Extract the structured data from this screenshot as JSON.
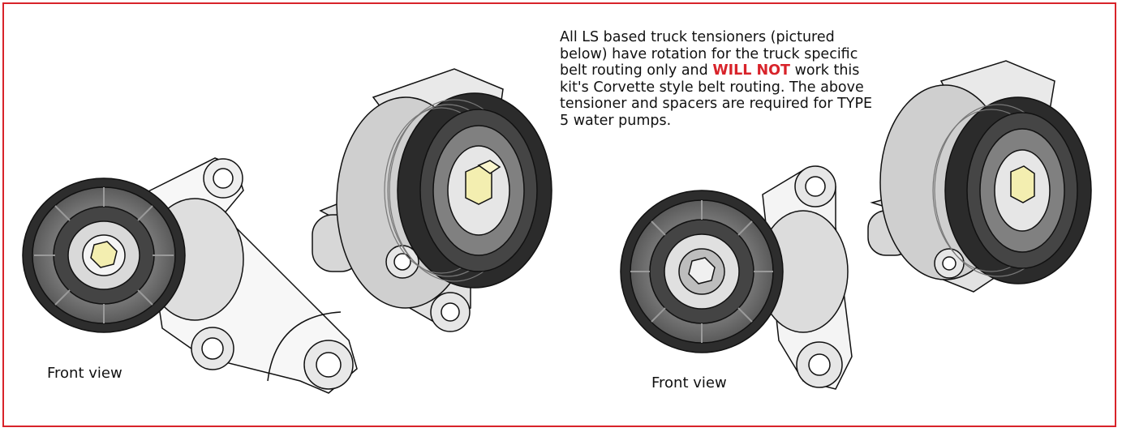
{
  "notice": {
    "text_before": "All LS based truck tensioners (pictured below) have rotation for the truck specific belt routing only and ",
    "warning": "WILL NOT",
    "text_after": " work this kit's Corvette style belt routing.  The above tensioner and spacers are required for TYPE 5 water pumps."
  },
  "captions": {
    "left": "Front view",
    "right": "Front view"
  },
  "colors": {
    "frame": "#d8232a",
    "warning": "#d8232a",
    "bolt": "#f3eeb0"
  }
}
